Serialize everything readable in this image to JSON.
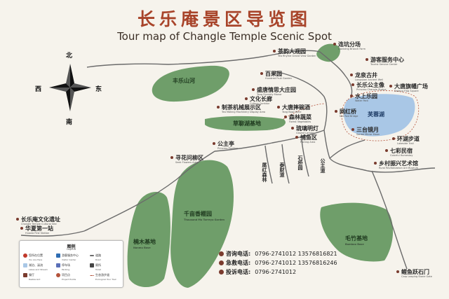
{
  "title": {
    "cn": "长乐庵景区导览图",
    "en": "Tour map of Changle Temple Scenic Spot"
  },
  "compass": {
    "north": "北",
    "south": "南",
    "east": "东",
    "west": "西"
  },
  "zones": {
    "fengleshanhe": {
      "cn": "丰乐山河",
      "en": "Fengle Mountain and River"
    },
    "chayu": {
      "cn": "草聊湖基地",
      "en": ""
    },
    "qianmu": {
      "cn": "千亩香榧园",
      "en": "Thousand Mu Torreya Garden"
    },
    "nanmu": {
      "cn": "楠木基地",
      "en": "Nanmu Base"
    },
    "maozhu": {
      "cn": "毛竹基地",
      "en": "Bamboo Base"
    },
    "furong": {
      "cn": "芙蓉湖",
      "en": "Furong Lake"
    }
  },
  "places": {
    "chayun": {
      "cn": "茶韵大观园",
      "en": "Tea Rhyme Grand View Garden"
    },
    "liankeng": {
      "cn": "连坑分场",
      "en": "Liankeng Branch Farm"
    },
    "youke": {
      "cn": "游客服务中心",
      "en": "Tourist Service Center"
    },
    "baiguo": {
      "cn": "百果园",
      "en": "Hundred Fruit Garden"
    },
    "longquan": {
      "cn": "龙泉古井",
      "en": "Longquan Ancient Well"
    },
    "wenhualang": {
      "cn": "文化长廊",
      "en": "Culture Corridor"
    },
    "changle_gongzhu": {
      "cn": "长乐公主像",
      "en": "Princess Changle Statue"
    },
    "shengtang_qingsi": {
      "cn": "盛唐情思大庄园",
      "en": "Tang Dynasty Manor"
    },
    "datang_qiju": {
      "cn": "大唐旗幡广场",
      "en": "Datang Flag Square"
    },
    "zhicha": {
      "cn": "制茶机械展示区",
      "en": "Tea Making Machinery Display Area"
    },
    "datang_shuaiwan": {
      "cn": "大唐摔碗酒",
      "en": "Tang Bowl Wine"
    },
    "shuishang": {
      "cn": "水上乐园",
      "en": "Water Park"
    },
    "senlin": {
      "cn": "森林蔬菜",
      "en": "Forest Vegetables"
    },
    "liuli": {
      "cn": "琉璃明灯",
      "en": "Glazed Lantern"
    },
    "diaoyu": {
      "cn": "捕鱼区",
      "en": "Fishing Area"
    },
    "wanghongqiao": {
      "cn": "网红桥",
      "en": "Net Red Bridge"
    },
    "santai": {
      "cn": "三台镜月",
      "en": "Santai Mirror Moon"
    },
    "huanhu": {
      "cn": "环湖步道",
      "en": "Lakeside Trail"
    },
    "qicai": {
      "cn": "七彩民宿",
      "en": "Colorful Homestay"
    },
    "xiangcun": {
      "cn": "乡村振兴艺术馆",
      "en": "Rural Revitalization Art Museum"
    },
    "gongzhuting": {
      "cn": "公主亭",
      "en": "Princess Pavilion"
    },
    "xunhua": {
      "cn": "寻花问柳区",
      "en": "Seek Flowers Area"
    },
    "weihong": {
      "cn": "尾红森林",
      "en": ""
    },
    "taiwei": {
      "cn": "泰财道",
      "en": ""
    },
    "shiqiao": {
      "cn": "石桥园",
      "en": ""
    },
    "gongzhu_dao": {
      "cn": "公主道",
      "en": ""
    },
    "changle_yizhi": {
      "cn": "长乐庵文化遗址",
      "en": "Changle Temple Cultural Site"
    },
    "huaxia": {
      "cn": "华夏第一站",
      "en": "Huaxia First Station"
    },
    "liyu": {
      "cn": "鲤鱼跃石门",
      "en": "Carp Leaping Stone Gate"
    }
  },
  "legend": {
    "title": "图例",
    "subtitle": "Legend",
    "items": [
      {
        "cn": "您所在位置",
        "en": "You Are Here"
      },
      {
        "cn": "湖泊、溪流",
        "en": "Lakes and Stream"
      },
      {
        "cn": "餐厅",
        "en": "Restaurant"
      },
      {
        "cn": "游客服务中心",
        "en": "Visitor Center"
      },
      {
        "cn": "停车场",
        "en": "Parking"
      },
      {
        "cn": "项目点",
        "en": "Project Points"
      },
      {
        "cn": "道路",
        "en": "Road"
      },
      {
        "cn": "厕所",
        "en": "Toilet"
      },
      {
        "cn": "生态游步道",
        "en": "Ecological Tour Trail"
      }
    ]
  },
  "contacts": [
    {
      "label": "咨询电话:",
      "phones": "0796-2741012  13576816821"
    },
    {
      "label": "急救电话:",
      "phones": "0796-2741012  13576816246"
    },
    {
      "label": "投诉电话:",
      "phones": "0796-2741012"
    }
  ],
  "colors": {
    "green": "#6f9e6a",
    "lake": "#a9c7e6",
    "road": "#6b6b6b",
    "title": "#a8442a",
    "poi": "#7a3b2e"
  }
}
